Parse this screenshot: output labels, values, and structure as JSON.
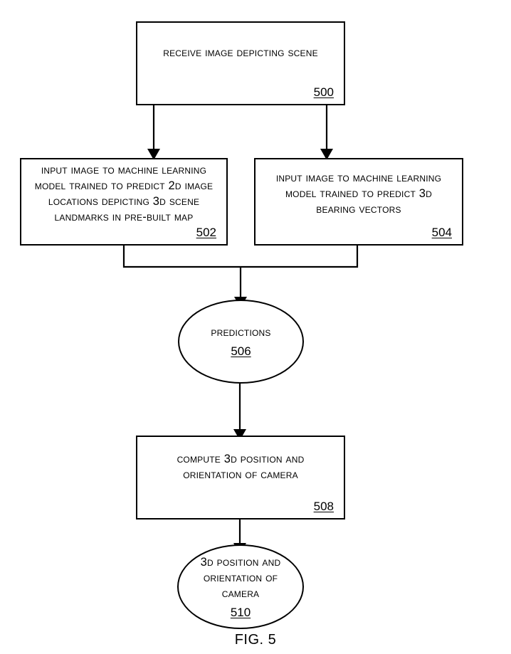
{
  "figure": {
    "caption": "FIG. 5",
    "line_color": "#000000",
    "background_color": "#ffffff"
  },
  "nodes": {
    "n500": {
      "shape": "rectangle",
      "text": "Receive image depicting scene",
      "ref": "500"
    },
    "n502": {
      "shape": "rectangle",
      "text": "Input image to machine learning\nmodel trained to predict 2D image\nlocations depicting 3D scene\nlandmarks in pre-built map",
      "ref": "502"
    },
    "n504": {
      "shape": "rectangle",
      "text": "Input image to machine learning\nmodel trained to predict 3D\nbearing vectors",
      "ref": "504"
    },
    "n506": {
      "shape": "ellipse",
      "text": "Predictions",
      "ref": "506"
    },
    "n508": {
      "shape": "rectangle",
      "text": "Compute 3D position and\norientation of camera",
      "ref": "508"
    },
    "n510": {
      "shape": "ellipse",
      "text": "3D position and\norientation of\ncamera",
      "ref": "510"
    }
  }
}
